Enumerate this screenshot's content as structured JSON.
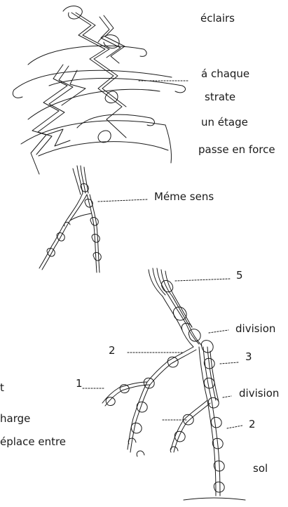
{
  "labels": {
    "eclairs": "éclairs",
    "a_chaque": "á chaque",
    "strate": "strate",
    "un_etage": "un étage",
    "passe_en_force": "passe en force",
    "meme_sens": "Méme sens",
    "n5": "5",
    "division_top": "division",
    "n2_left": "2",
    "n3": "3",
    "n1": "1",
    "division_mid": "division",
    "n2_right": "2",
    "sol": "sol",
    "cut_t": "t",
    "cut_charge": "harge",
    "cut_deplace": "éplace entre"
  },
  "colors": {
    "ink": "#1a1a1a",
    "background": "#ffffff"
  }
}
